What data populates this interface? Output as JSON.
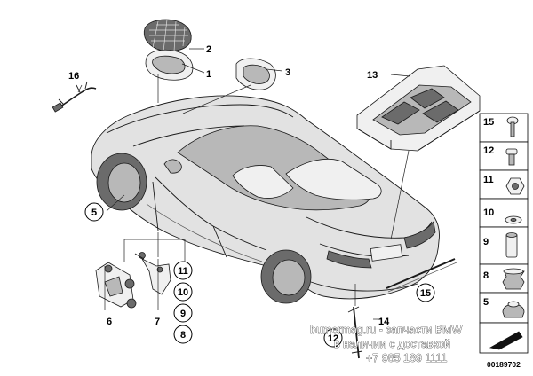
{
  "parts": [
    {
      "no": "1"
    },
    {
      "no": "2"
    },
    {
      "no": "3"
    },
    {
      "no": "5"
    },
    {
      "no": "6"
    },
    {
      "no": "7"
    },
    {
      "no": "8"
    },
    {
      "no": "9"
    },
    {
      "no": "10"
    },
    {
      "no": "11"
    },
    {
      "no": "12"
    },
    {
      "no": "13"
    },
    {
      "no": "14"
    },
    {
      "no": "15"
    },
    {
      "no": "16"
    }
  ],
  "circled_callouts": {
    "c5": "5",
    "c11": "11",
    "c10": "10",
    "c9": "9",
    "c8": "8",
    "c15": "15",
    "c12": "12"
  },
  "plain_callouts": {
    "p1": "1",
    "p2": "2",
    "p3": "3",
    "p6": "6",
    "p7": "7",
    "p13": "13",
    "p14": "14",
    "p16": "16"
  },
  "side_panel": [
    {
      "label": "15",
      "icon": "bolt-washer-icon"
    },
    {
      "label": "12",
      "icon": "screw-icon"
    },
    {
      "label": "11",
      "icon": "hex-nut-icon"
    },
    {
      "label": "10",
      "icon": "washer-icon"
    },
    {
      "label": "9",
      "icon": "sleeve-icon"
    },
    {
      "label": "8",
      "icon": "grommet-icon"
    },
    {
      "label": "5",
      "icon": "rubber-buffer-icon"
    },
    {
      "label": "",
      "icon": "bmw-arrow-icon"
    }
  ],
  "watermark": {
    "line1": "bumermag.ru - запчасти BMW",
    "line2": "в наличии с доставкой",
    "line3": "+7 985 189 1111"
  },
  "diagram_number": "00189702"
}
